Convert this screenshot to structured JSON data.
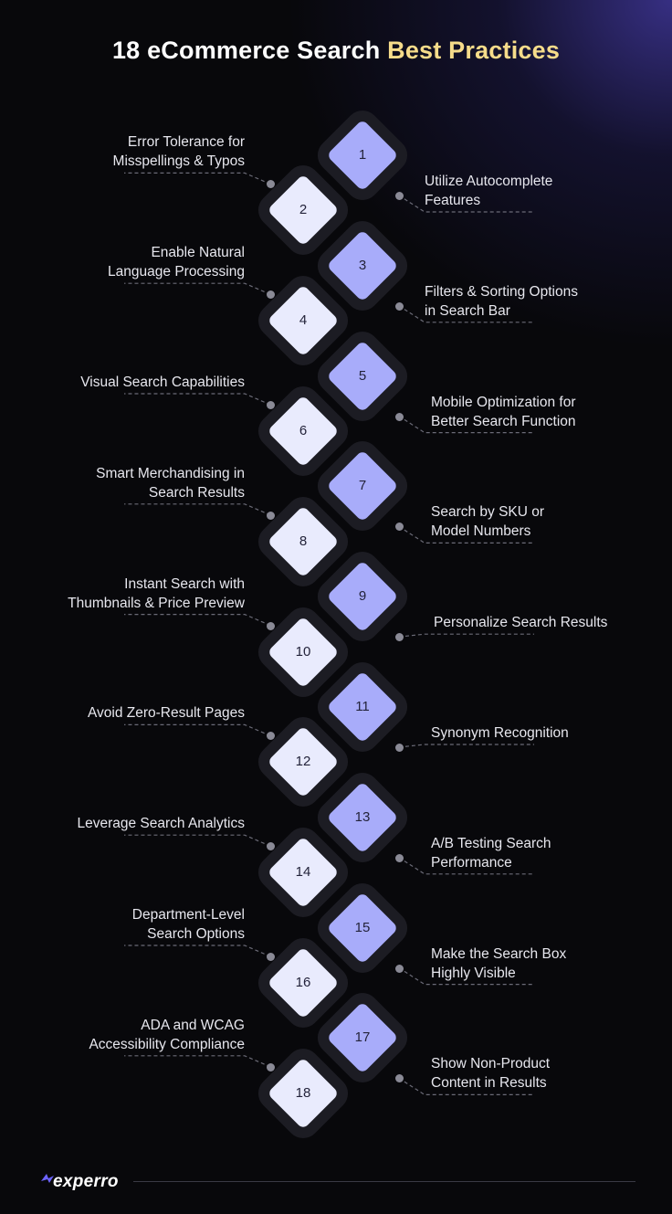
{
  "title": {
    "prefix": "18 eCommerce Search ",
    "highlight": "Best Practices"
  },
  "items": [
    {
      "number": "1",
      "lines": [
        "Utilize Autocomplete",
        "Features"
      ]
    },
    {
      "number": "2",
      "lines": [
        "Error Tolerance for",
        "Misspellings & Typos"
      ]
    },
    {
      "number": "3",
      "lines": [
        "Filters & Sorting Options",
        "in Search Bar"
      ]
    },
    {
      "number": "4",
      "lines": [
        "Enable Natural",
        "Language Processing"
      ]
    },
    {
      "number": "5",
      "lines": [
        "Mobile Optimization for",
        "Better Search Function"
      ]
    },
    {
      "number": "6",
      "lines": [
        "Visual Search Capabilities"
      ]
    },
    {
      "number": "7",
      "lines": [
        "Search by SKU or",
        "Model Numbers"
      ]
    },
    {
      "number": "8",
      "lines": [
        "Smart Merchandising in",
        "Search Results"
      ]
    },
    {
      "number": "9",
      "lines": [
        "Personalize Search Results"
      ]
    },
    {
      "number": "10",
      "lines": [
        "Instant Search with",
        "Thumbnails & Price Preview"
      ]
    },
    {
      "number": "11",
      "lines": [
        "Synonym Recognition"
      ]
    },
    {
      "number": "12",
      "lines": [
        "Avoid Zero-Result Pages"
      ]
    },
    {
      "number": "13",
      "lines": [
        "A/B Testing Search",
        "Performance"
      ]
    },
    {
      "number": "14",
      "lines": [
        "Leverage Search Analytics"
      ]
    },
    {
      "number": "15",
      "lines": [
        "Make the Search Box",
        "Highly Visible"
      ]
    },
    {
      "number": "16",
      "lines": [
        "Department-Level",
        "Search Options"
      ]
    },
    {
      "number": "17",
      "lines": [
        "Show Non-Product",
        "Content in Results"
      ]
    },
    {
      "number": "18",
      "lines": [
        "ADA and WCAG",
        "Accessibility Compliance"
      ]
    }
  ],
  "footer": {
    "brand": "experro"
  },
  "colors": {
    "odd_diamond": "#a8acfa",
    "even_diamond": "#e9ebfd",
    "highlight": "#f6dc8a",
    "background": "#08080b",
    "logo_accent": "#6c63ff"
  },
  "icons": {
    "logo": "experro-logo-icon"
  }
}
